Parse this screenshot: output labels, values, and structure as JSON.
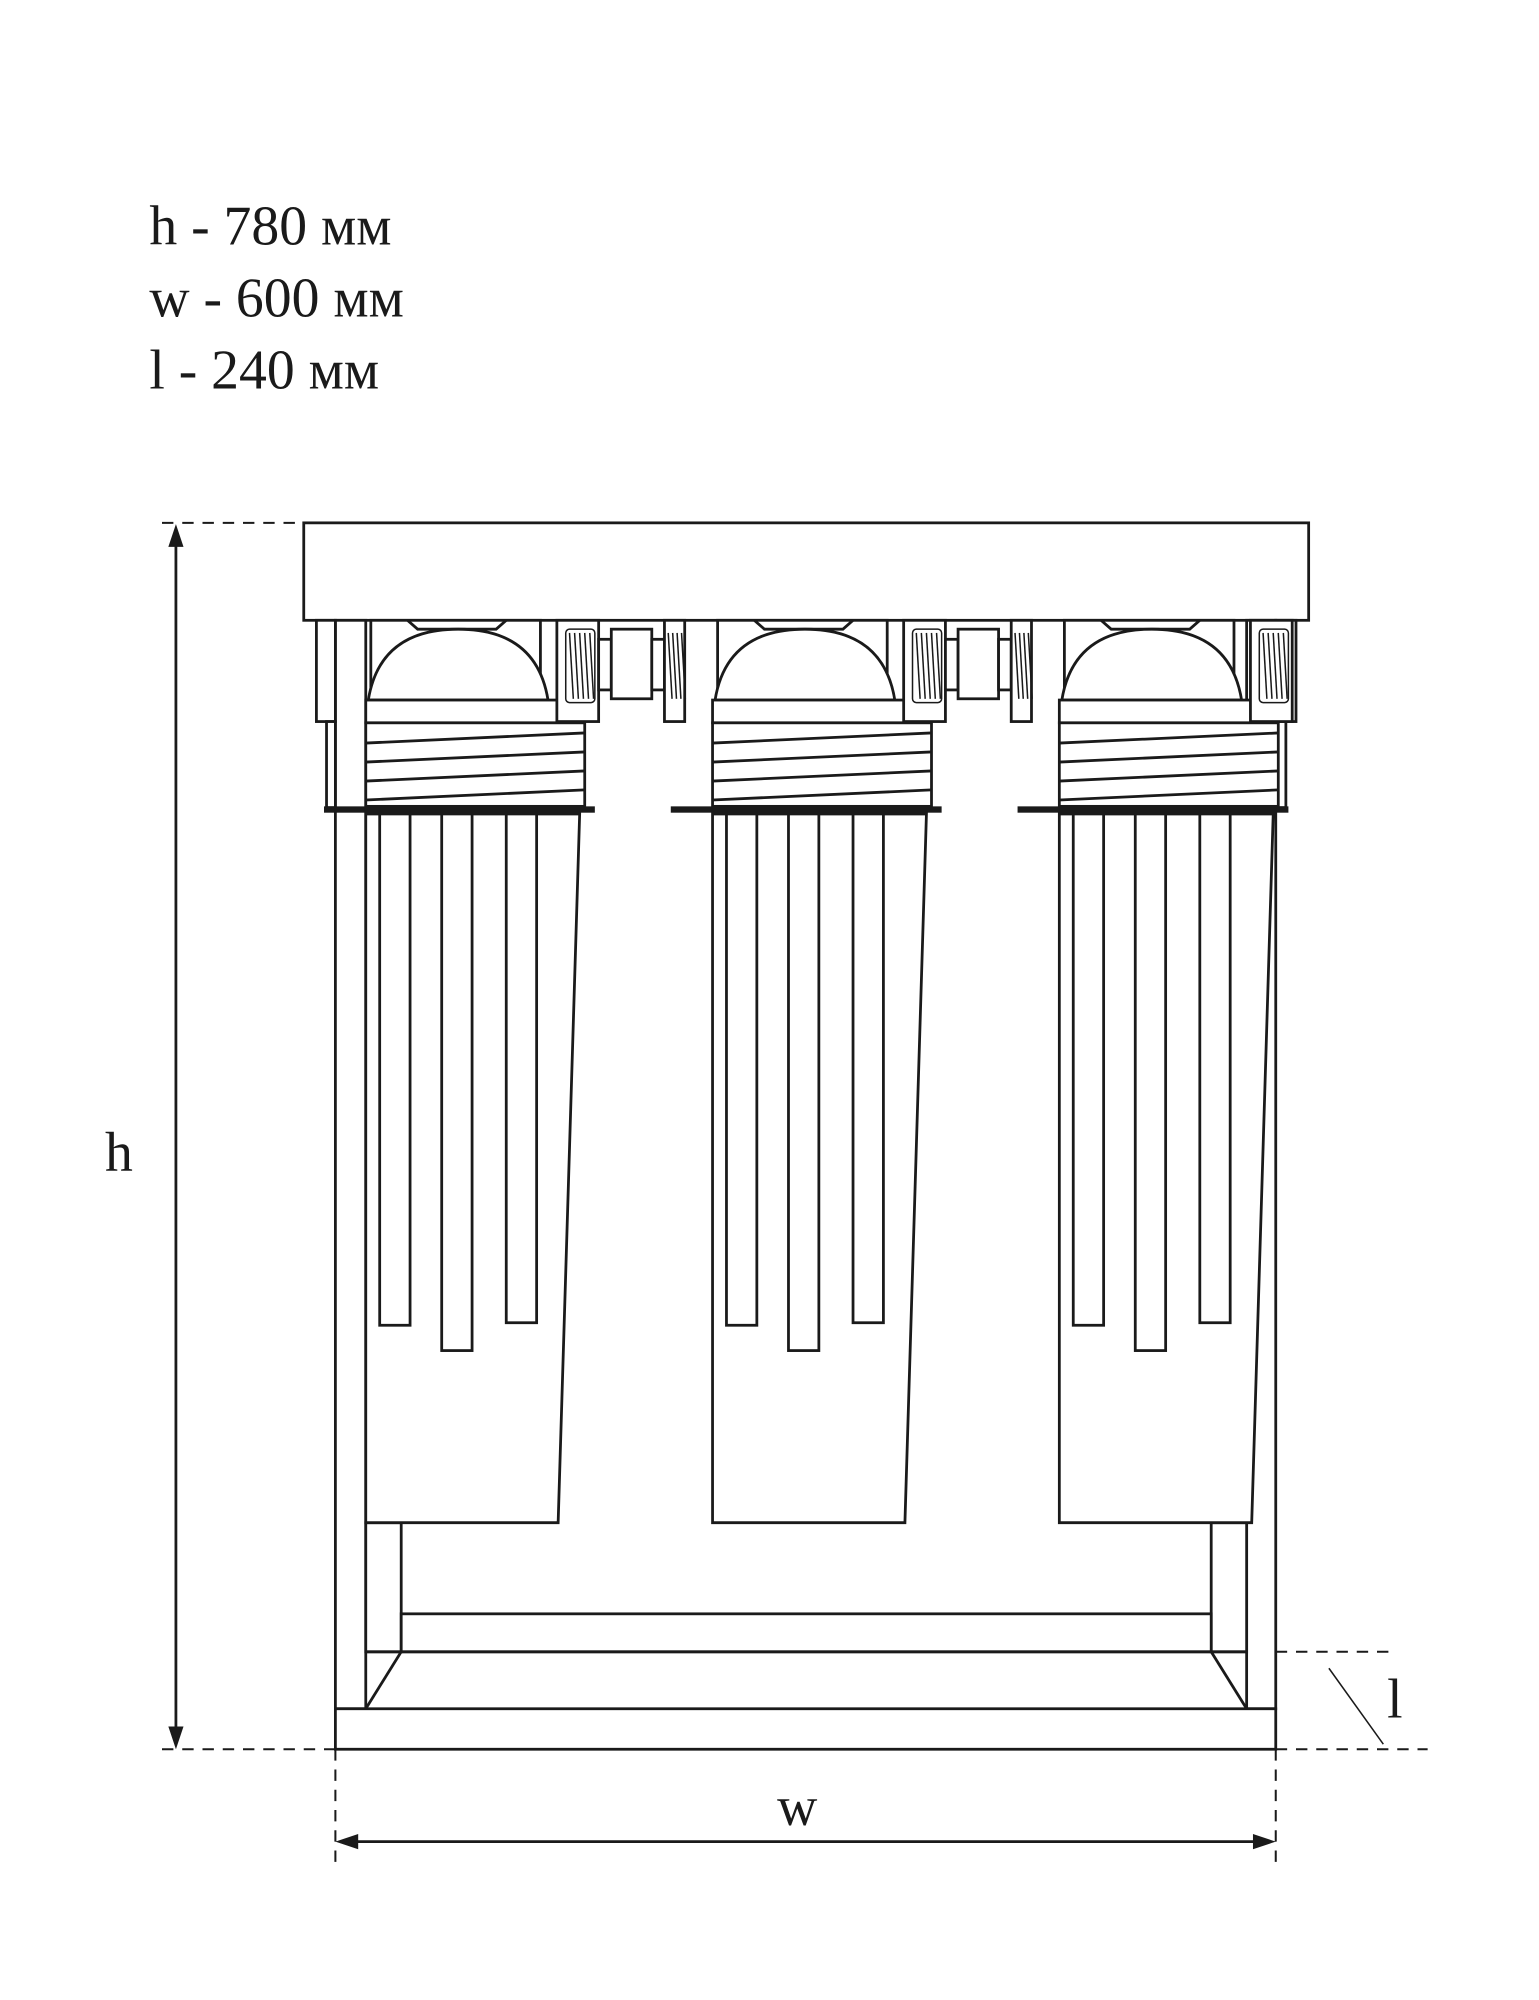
{
  "specs": [
    {
      "label": "h - 780 мм"
    },
    {
      "label": "w - 600 мм"
    },
    {
      "label": "l - 240 мм"
    }
  ],
  "dimension_labels": {
    "height": "h",
    "width": "w",
    "length": "l"
  },
  "filter_count": 3,
  "colors": {
    "line": "#1a1a1a",
    "background": "#ffffff"
  }
}
